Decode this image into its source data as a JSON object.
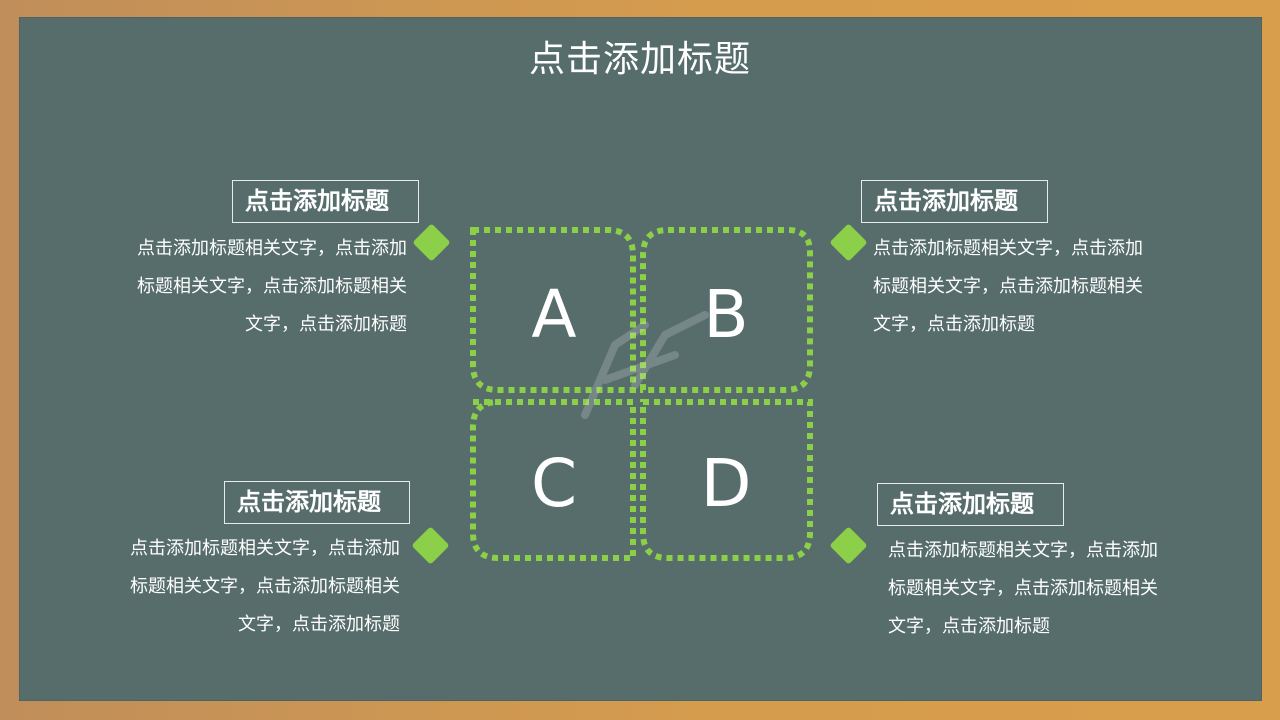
{
  "slide": {
    "title": "点击添加标题",
    "items": [
      {
        "heading": "点击添加标题",
        "lines": [
          "点击添加标题相关文字，点击添加",
          "标题相关文字，点击添加标题相关",
          "文字，点击添加标题"
        ]
      },
      {
        "heading": "点击添加标题",
        "lines": [
          "点击添加标题相关文字，点击添加",
          "标题相关文字，点击添加标题相关",
          "文字，点击添加标题"
        ]
      },
      {
        "heading": "点击添加标题",
        "lines": [
          "点击添加标题相关文字，点击添加",
          "标题相关文字，点击添加标题相关",
          "文字，点击添加标题"
        ]
      },
      {
        "heading": "点击添加标题",
        "lines": [
          "点击添加标题相关文字，点击添加",
          "标题相关文字，点击添加标题相关",
          "文字，点击添加标题"
        ]
      }
    ],
    "quadrants": [
      "A",
      "B",
      "C",
      "D"
    ]
  },
  "colors": {
    "board": "#566d6b",
    "frame": "#d59c4e",
    "accent_green": "#8ccf48",
    "text": "#ffffff"
  }
}
